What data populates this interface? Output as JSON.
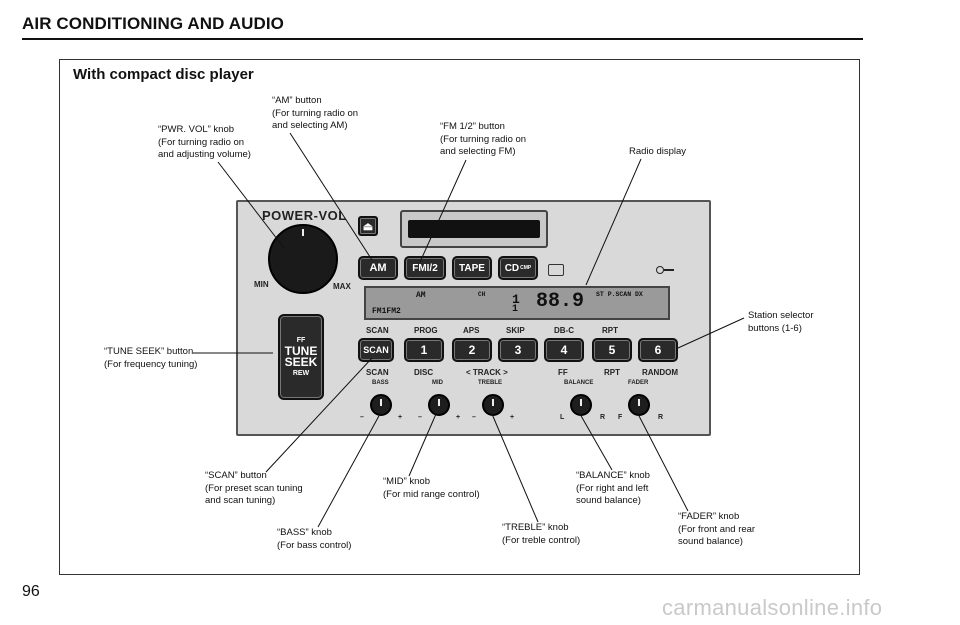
{
  "header": {
    "section_title": "AIR CONDITIONING AND AUDIO",
    "page_number": "96"
  },
  "panel": {
    "title": "With compact disc player"
  },
  "callouts": {
    "am": "“AM” button\n(For turning radio on\nand selecting AM)",
    "pwr_vol": "“PWR. VOL” knob\n(For turning radio on\nand adjusting volume)",
    "fm12": "“FM 1/2” button\n(For turning radio on\nand selecting FM)",
    "radio_display": "Radio display",
    "station_selector": "Station selector\nbuttons (1-6)",
    "tune_seek": "“TUNE SEEK” button\n(For frequency tuning)",
    "scan": "“SCAN” button\n(For preset scan tuning\nand scan tuning)",
    "mid": "“MID” knob\n(For mid range control)",
    "balance": "“BALANCE” knob\n(For right and left\nsound balance)",
    "fader": "“FADER” knob\n(For front and rear\nsound balance)",
    "bass": "“BASS” knob\n(For bass control)",
    "treble": "“TREBLE” knob\n(For treble control)"
  },
  "radio": {
    "power_vol": "POWER-VOL",
    "min": "MIN",
    "max": "MAX",
    "eject_symbol": "⏏",
    "buttons": {
      "am": "AM",
      "fm12": "FMI/2",
      "tape": "TAPE",
      "cd": "CD",
      "cd_sub": "CMP"
    },
    "lcd": {
      "am": "AM",
      "ch": "CH",
      "digit": "1",
      "freq": "88.9",
      "indicators": "ST P.SCAN DX",
      "band": "FM1FM2",
      "digit2": "1"
    },
    "row1_labels": [
      "SCAN",
      "PROG",
      "APS",
      "SKIP",
      "DB-C",
      "RPT"
    ],
    "presets": [
      "1",
      "2",
      "3",
      "4",
      "5",
      "6"
    ],
    "scan_button": "SCAN",
    "tune_seek": {
      "ff": "FF",
      "tune": "TUNE",
      "seek": "SEEK",
      "rew": "REW"
    },
    "row2_labels": [
      "SCAN",
      "DISC",
      "< TRACK >",
      "FF",
      "RPT",
      "RANDOM"
    ],
    "knob_labels": [
      "BASS",
      "MID",
      "TREBLE",
      "BALANCE",
      "FADER"
    ],
    "knob_marks": {
      "minus": "–",
      "plus": "+",
      "l": "L",
      "r": "R",
      "f": "F"
    }
  },
  "watermark": "carmanualsonline.info"
}
